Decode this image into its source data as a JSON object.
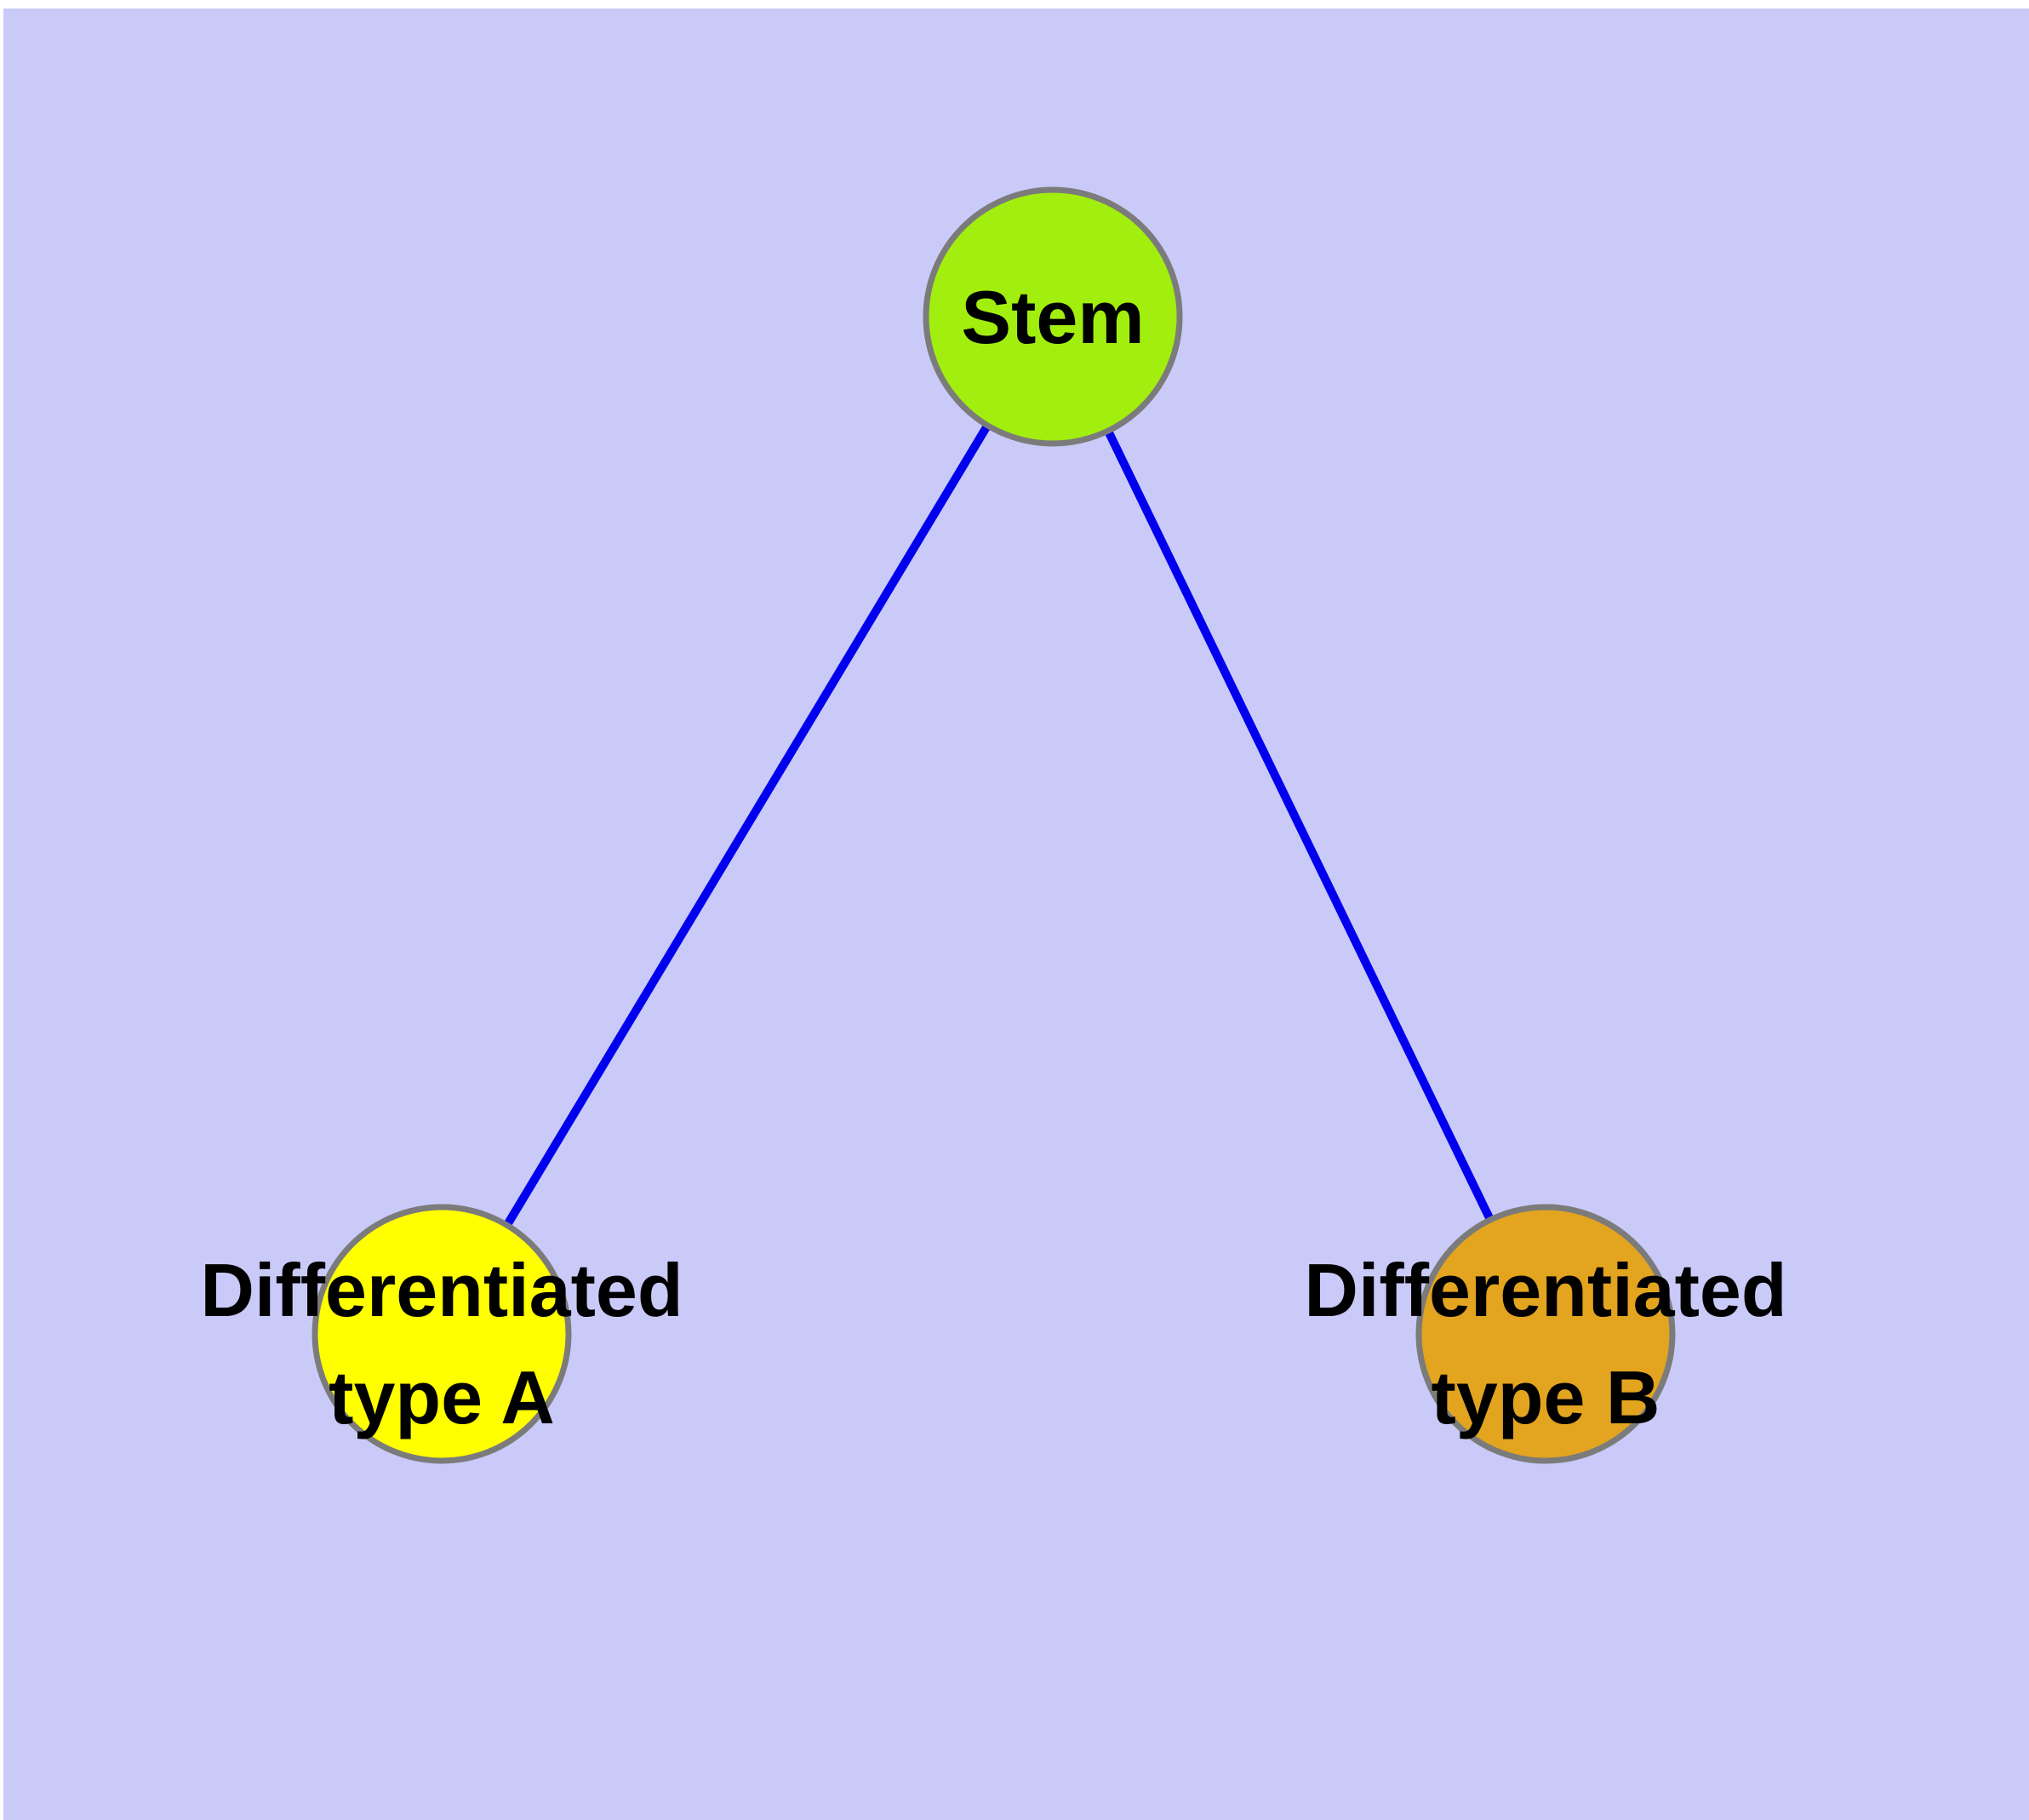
{
  "background": {
    "page": "#ffffff",
    "canvas": "#cacaf9"
  },
  "graph": {
    "text_color": "#000000",
    "node_border_color": "#7b7b7b",
    "edge_color": "#0000ee",
    "nodes": [
      {
        "id": "stem",
        "label_lines": [
          "Stem"
        ],
        "fill": "#a2ee0e"
      },
      {
        "id": "differentiated-type-a",
        "label_lines": [
          "Differentiated",
          "type A"
        ],
        "fill": "#ffff00"
      },
      {
        "id": "differentiated-type-b",
        "label_lines": [
          "Differentiated",
          "type B"
        ],
        "fill": "#e3a41f"
      }
    ],
    "edges": [
      {
        "from": "stem",
        "to": "differentiated-type-a"
      },
      {
        "from": "stem",
        "to": "differentiated-type-b"
      }
    ]
  }
}
